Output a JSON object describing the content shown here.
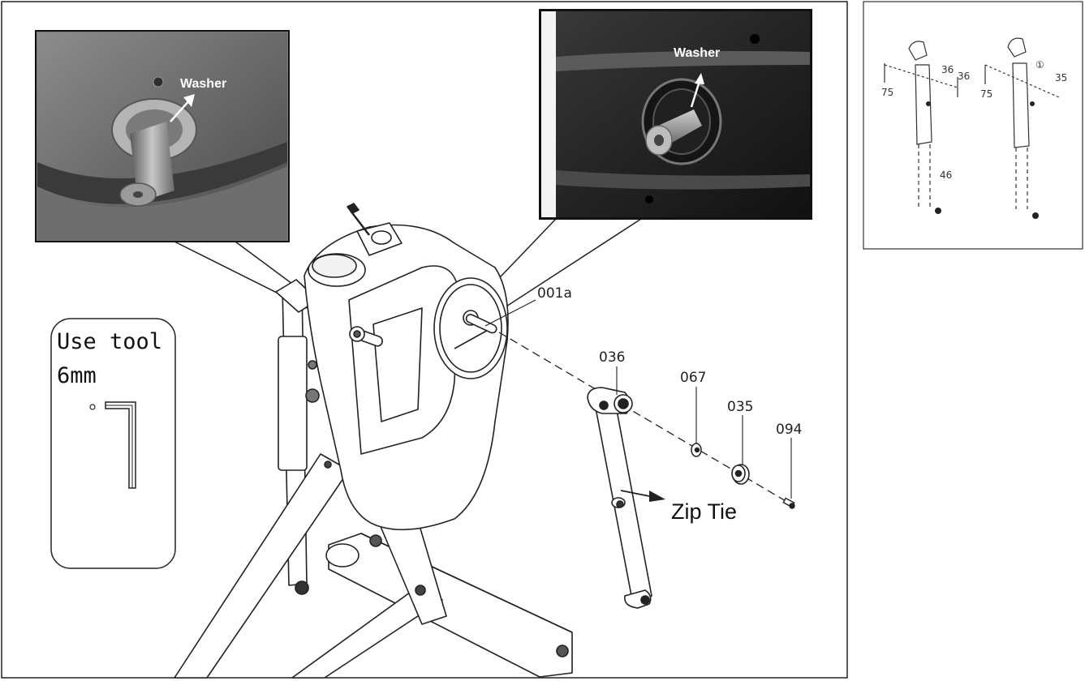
{
  "main_diagram": {
    "callout_left": {
      "label": "Washer"
    },
    "callout_right": {
      "label": "Washer"
    },
    "tool_box": {
      "line1": "Use tool",
      "line2": "6mm"
    },
    "parts": [
      {
        "id": "001a"
      },
      {
        "id": "036"
      },
      {
        "id": "067"
      },
      {
        "id": "035"
      },
      {
        "id": "094"
      }
    ],
    "zip_tie_label": "Zip Tie"
  },
  "thumbnail": {
    "labels": [
      "75",
      "36",
      "①",
      "35",
      "75",
      "46",
      "36"
    ]
  }
}
